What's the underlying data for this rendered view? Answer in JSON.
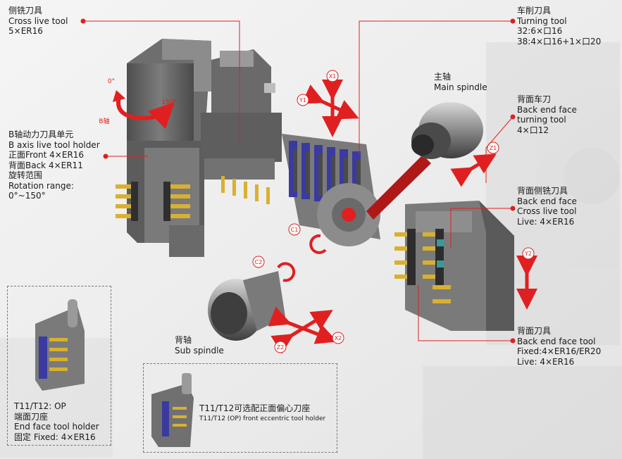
{
  "labels": {
    "cross_live": [
      "侧铣刀具",
      "Cross live tool",
      "5×ER16"
    ],
    "turning": [
      "车削刀具",
      "Turning tool",
      "32:6×口16",
      "38:4×口16+1×口20"
    ],
    "main_spindle": [
      "主轴",
      "Main spindle"
    ],
    "back_turning": [
      "背面车刀",
      "Back end face",
      "turning tool",
      "4×口12"
    ],
    "b_axis": [
      "B轴动力刀具单元",
      "B axis live tool holder",
      "正面Front 4×ER16",
      "背面Back 4×ER11",
      "旋转范围",
      "Rotation range:",
      "0°~150°"
    ],
    "back_cross_live": [
      "背面侧铣刀具",
      "Back end face",
      "Cross live tool",
      "Live: 4×ER16"
    ],
    "back_end_face": [
      "背面刀具",
      "Back end face tool",
      "Fixed:4×ER16/ER20",
      "Live:  4×ER16"
    ],
    "sub_spindle": [
      "背轴",
      "Sub spindle"
    ],
    "t11_op": [
      "T11/T12: OP",
      "端面刀座",
      "End face tool holder",
      "固定 Fixed: 4×ER16"
    ],
    "t11_eccentric": [
      "T11/T12可选配正面偏心刀座",
      "T11/T12 (OP) front eccentric tool holder"
    ]
  },
  "axes": {
    "x1": "X1",
    "y1": "Y1",
    "z1": "Z1",
    "y2": "Y2",
    "x2": "X2",
    "z2": "Z2",
    "c1": "C1",
    "c2": "C2",
    "b": "B轴",
    "deg0": "0°",
    "deg150": "150°"
  },
  "colors": {
    "accent": "#e02020",
    "dark_metal": "#5a5a5a",
    "mid_metal": "#8a8a8a",
    "light_metal": "#c8c8c8",
    "blue": "#3a3aa0",
    "gold": "#d9b030"
  }
}
